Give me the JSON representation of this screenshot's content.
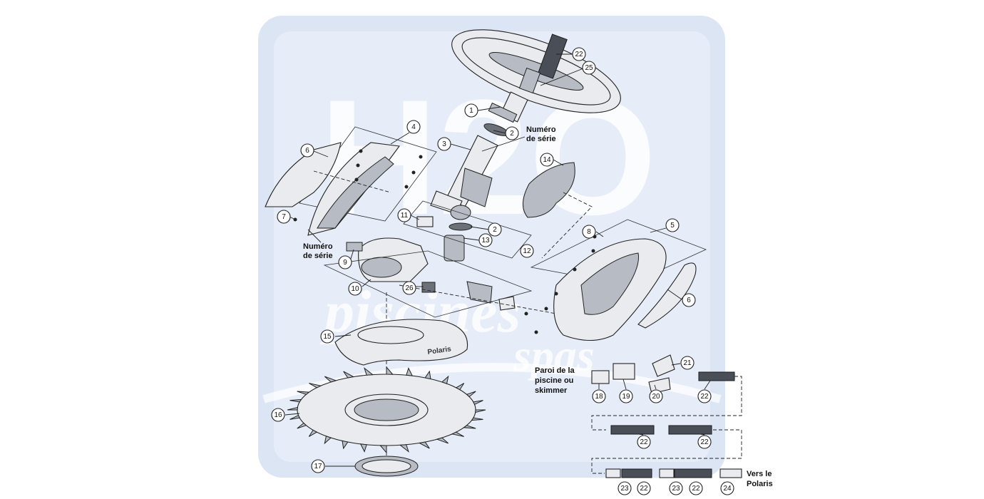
{
  "watermark": {
    "logo_letters": "H2O",
    "script_line1": "piscines",
    "script_line2": "spas",
    "bg_color": "#dbe5f4"
  },
  "labels": {
    "serial_top": [
      "Numéro",
      "de série"
    ],
    "serial_left": [
      "Numéro",
      "de série"
    ],
    "pool_wall": [
      "Paroi de la",
      "piscine ou",
      "skimmer"
    ],
    "to_polaris": [
      "Vers le",
      "Polaris"
    ]
  },
  "callouts": [
    {
      "id": "c22-top",
      "text": "22"
    },
    {
      "id": "c25",
      "text": "25"
    },
    {
      "id": "c1",
      "text": "1"
    },
    {
      "id": "c2-top",
      "text": "2"
    },
    {
      "id": "c3",
      "text": "3"
    },
    {
      "id": "c4",
      "text": "4"
    },
    {
      "id": "c6-left",
      "text": "6"
    },
    {
      "id": "c7",
      "text": "7"
    },
    {
      "id": "c14",
      "text": "14"
    },
    {
      "id": "c11",
      "text": "11"
    },
    {
      "id": "c2-mid",
      "text": "2"
    },
    {
      "id": "c13",
      "text": "13"
    },
    {
      "id": "c12",
      "text": "12"
    },
    {
      "id": "c9",
      "text": "9"
    },
    {
      "id": "c10",
      "text": "10"
    },
    {
      "id": "c26",
      "text": "26"
    },
    {
      "id": "c8",
      "text": "8"
    },
    {
      "id": "c5",
      "text": "5"
    },
    {
      "id": "c6-right",
      "text": "6"
    },
    {
      "id": "c15",
      "text": "15"
    },
    {
      "id": "c16",
      "text": "16"
    },
    {
      "id": "c17",
      "text": "17"
    },
    {
      "id": "c21",
      "text": "21"
    },
    {
      "id": "c18",
      "text": "18"
    },
    {
      "id": "c19",
      "text": "19"
    },
    {
      "id": "c20",
      "text": "20"
    },
    {
      "id": "c22-a",
      "text": "22"
    },
    {
      "id": "c22-b",
      "text": "22"
    },
    {
      "id": "c22-c",
      "text": "22"
    },
    {
      "id": "c23-a",
      "text": "23"
    },
    {
      "id": "c22-d",
      "text": "22"
    },
    {
      "id": "c23-b",
      "text": "23"
    },
    {
      "id": "c22-e",
      "text": "22"
    },
    {
      "id": "c24",
      "text": "24"
    }
  ],
  "disc_brand": "Polaris"
}
